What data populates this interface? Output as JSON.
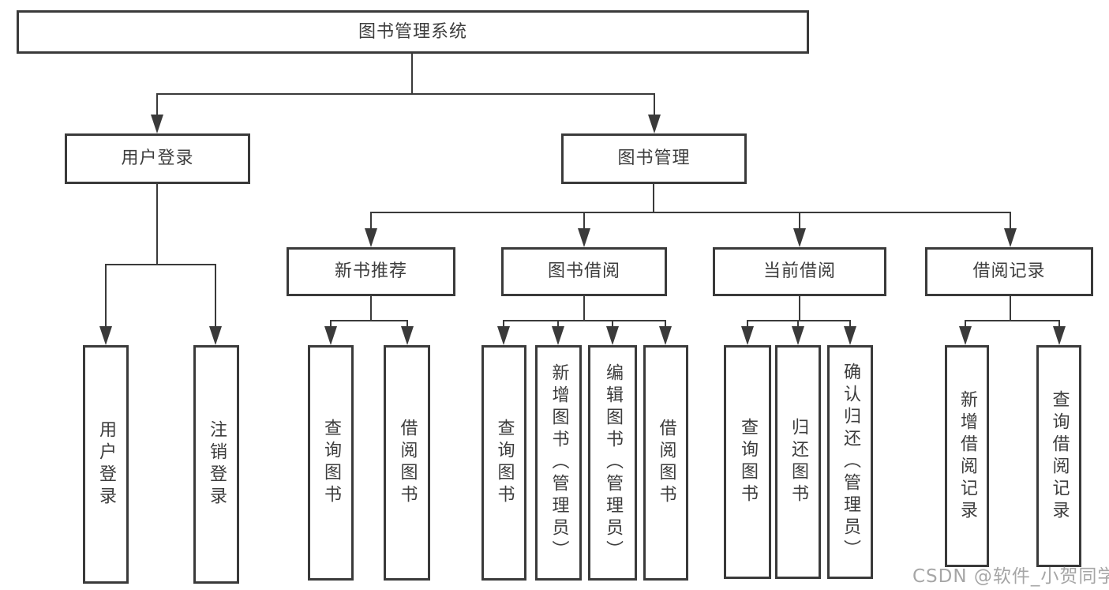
{
  "diagram": {
    "root": {
      "label": "图书管理系统"
    },
    "branches": [
      {
        "label": "用户登录",
        "children": [
          {
            "label": "用户登录"
          },
          {
            "label": "注销登录"
          }
        ]
      },
      {
        "label": "图书管理",
        "children": [
          {
            "label": "新书推荐",
            "children": [
              {
                "label": "查询图书"
              },
              {
                "label": "借阅图书"
              }
            ]
          },
          {
            "label": "图书借阅",
            "children": [
              {
                "label": "查询图书"
              },
              {
                "label": "新增图书（管理员）"
              },
              {
                "label": "编辑图书（管理员）"
              },
              {
                "label": "借阅图书"
              }
            ]
          },
          {
            "label": "当前借阅",
            "children": [
              {
                "label": "查询图书"
              },
              {
                "label": "归还图书"
              },
              {
                "label": "确认归还（管理员）"
              }
            ]
          },
          {
            "label": "借阅记录",
            "children": [
              {
                "label": "新增借阅记录"
              },
              {
                "label": "查询借阅记录"
              }
            ]
          }
        ]
      }
    ],
    "colors": {
      "line": "#3a3a3a",
      "text": "#3d3d3d",
      "background": "#ffffff",
      "watermark": "#a6a6a6"
    }
  },
  "watermark": {
    "text": "CSDN @软件_小贺同学"
  }
}
